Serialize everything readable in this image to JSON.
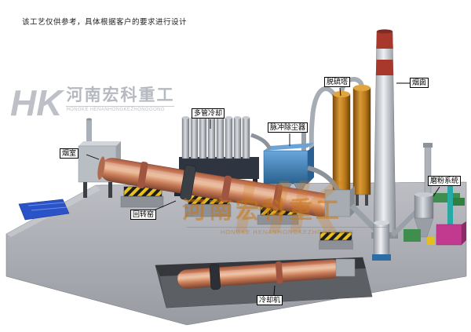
{
  "note": "该工艺仅供参考，具体根据客户的要求进行设计",
  "brand": {
    "initials": "HK",
    "company_cn": "河南宏科重工",
    "company_en": "HONGKE HENANHONGKEZHONGGONG"
  },
  "labels": {
    "smoke_chamber": "烟室",
    "multi_tube_cooler": "多管冷却",
    "pulse_dust_collector": "脉冲除尘器",
    "desulfurization_tower": "脱硫塔",
    "chimney": "烟囱",
    "grinding_system": "磨粉系统",
    "rotary_kiln": "回转窑",
    "cooling_machine": "冷却机"
  },
  "colors": {
    "kiln_body": "#cf8261",
    "chimney_red": "#a8382b",
    "dust_collector_blue": "#3e79b4",
    "tower_orange": "#c8862a",
    "hazard_yellow": "#e8c020",
    "watermark_orange": "#cd7d1c",
    "platform_gray": "#aab0b6"
  }
}
